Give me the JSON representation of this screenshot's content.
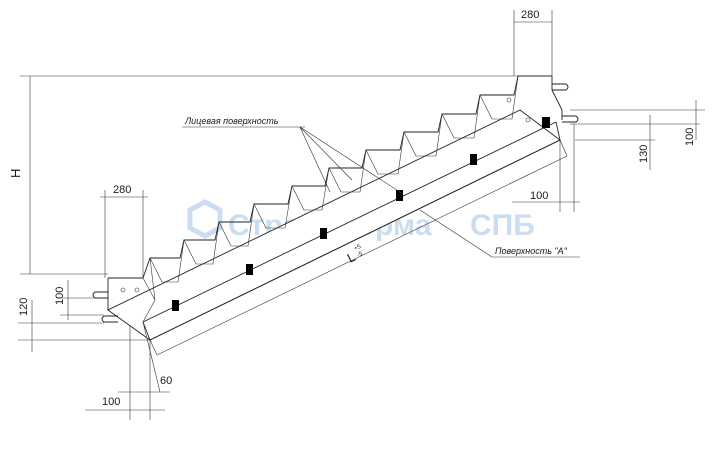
{
  "dimensions": {
    "top_tread": "280",
    "left_tread": "280",
    "right_100": "100",
    "right_130": "130",
    "right_100_horizontal": "100",
    "left_120": "120",
    "left_100": "100",
    "bottom_60": "60",
    "bottom_100": "100",
    "height": "H",
    "length": "L",
    "length_tolerance_plus": "+5",
    "length_tolerance_minus": "-5"
  },
  "labels": {
    "face_surface": "Лицевая поверхность",
    "surface_a": "Поверхность \"А\""
  },
  "watermark": {
    "prefix": "Строй",
    "mid": "Норма",
    "suffix": "СПБ"
  }
}
